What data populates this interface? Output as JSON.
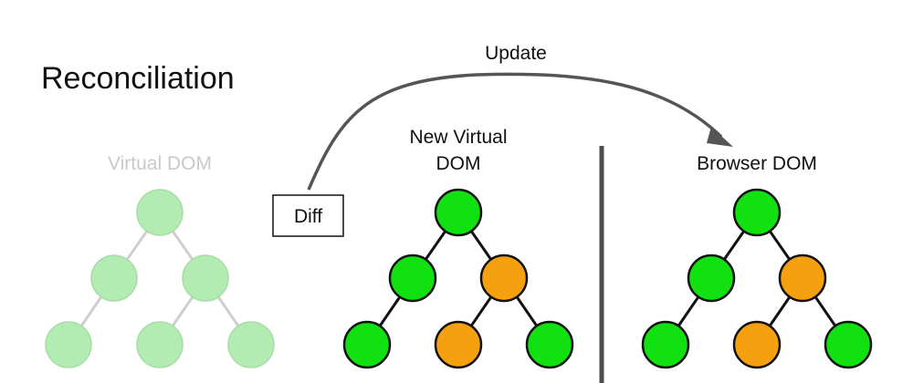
{
  "title": "Reconciliation",
  "update_label": "Update",
  "diff_label": "Diff",
  "trees": {
    "virtual_dom": {
      "label_lines": [
        "Virtual DOM"
      ],
      "nodes": [
        "unchanged",
        "unchanged",
        "unchanged",
        "unchanged",
        "unchanged",
        "unchanged"
      ]
    },
    "new_virtual_dom": {
      "label_lines": [
        "New Virtual",
        "DOM"
      ],
      "nodes": [
        "unchanged",
        "unchanged",
        "changed",
        "unchanged",
        "changed",
        "unchanged"
      ]
    },
    "browser_dom": {
      "label_lines": [
        "Browser DOM"
      ],
      "nodes": [
        "unchanged",
        "unchanged",
        "changed",
        "unchanged",
        "changed",
        "unchanged"
      ]
    }
  },
  "colors": {
    "faded_node_fill": "#b3ecb3",
    "faded_node_stroke": "#a7dca7",
    "faded_edge": "#cfcfcf",
    "faded_text": "#c9c9c9",
    "unchanged_fill": "#11e011",
    "changed_fill": "#f5a00f",
    "node_stroke": "#111111",
    "edge": "#111111",
    "arrow": "#555555",
    "divider": "#4d4d4d"
  }
}
